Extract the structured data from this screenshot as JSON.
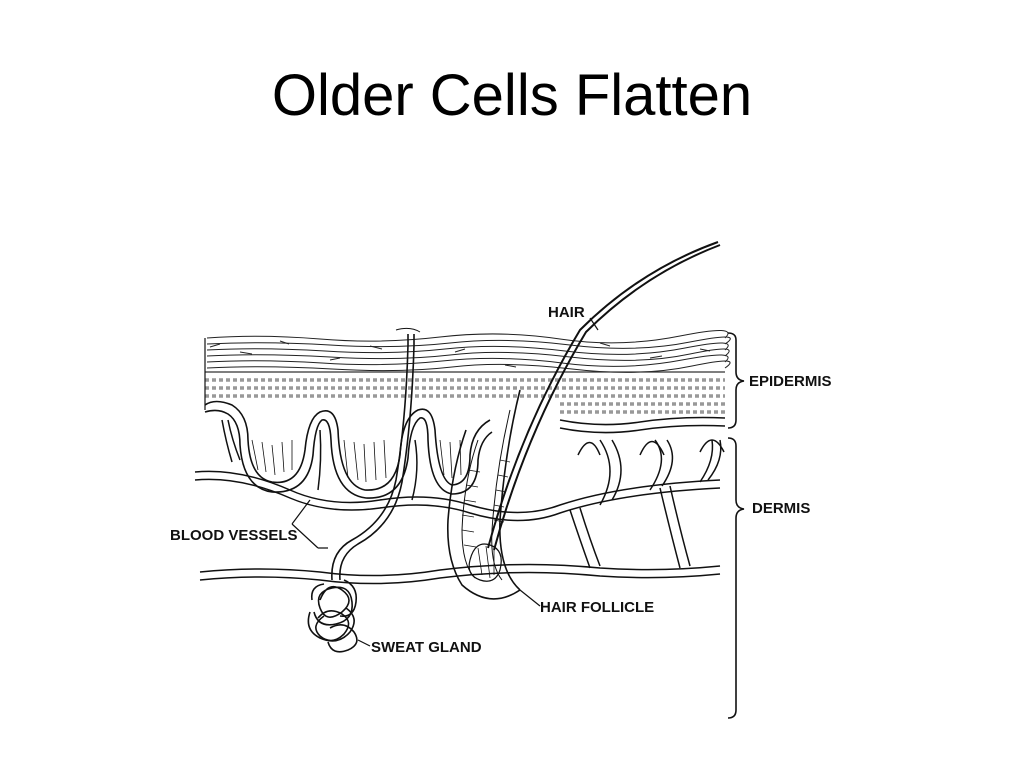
{
  "slide": {
    "title": "Older Cells Flatten"
  },
  "diagram": {
    "labels": {
      "hair": "HAIR",
      "epidermis": "EPIDERMIS",
      "dermis": "DERMIS",
      "blood_vessels": "BLOOD VESSELS",
      "hair_follicle": "HAIR FOLLICLE",
      "sweat_gland": "SWEAT GLAND"
    }
  }
}
